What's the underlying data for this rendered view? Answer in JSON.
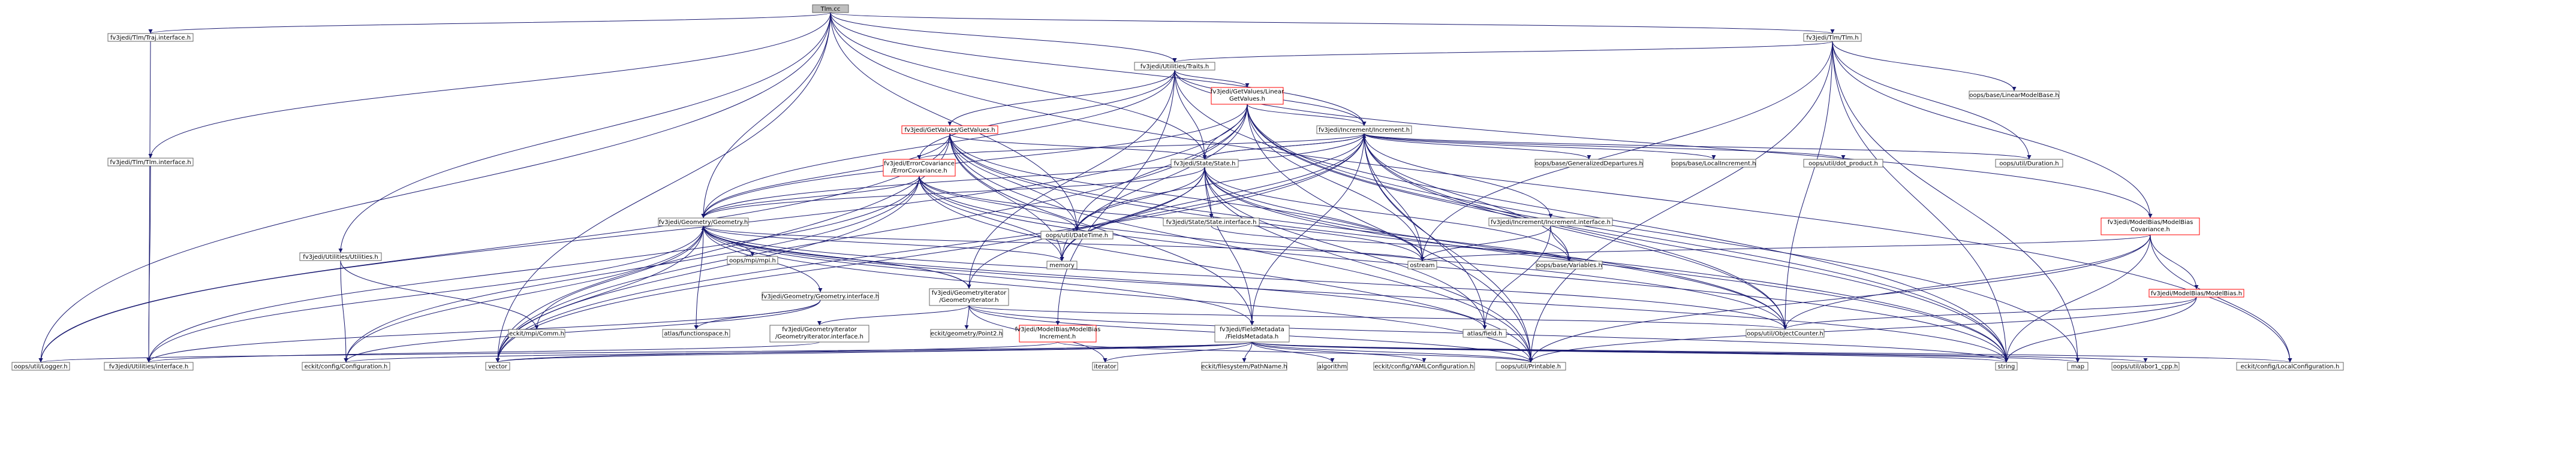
{
  "nodes": [
    {
      "id": "tlm_cc",
      "label": "Tlm.cc",
      "root": true
    },
    {
      "id": "traj_iface",
      "label": "fv3jedi/Tlm/Traj.interface.h"
    },
    {
      "id": "tlm_h",
      "label": "fv3jedi/Tlm/Tlm.h"
    },
    {
      "id": "traits",
      "label": "fv3jedi/Utilities/Traits.h"
    },
    {
      "id": "tlm_iface",
      "label": "fv3jedi/Tlm/Tlm.interface.h"
    },
    {
      "id": "linear_getvalues",
      "label": [
        "fv3jedi/GetValues/Linear",
        "GetValues.h"
      ],
      "red": true
    },
    {
      "id": "linear_model_base",
      "label": "oops/base/LinearModelBase.h"
    },
    {
      "id": "getvalues",
      "label": "fv3jedi/GetValues/GetValues.h",
      "red": true
    },
    {
      "id": "increment",
      "label": "fv3jedi/Increment/Increment.h"
    },
    {
      "id": "error_cov",
      "label": [
        "fv3jedi/ErrorCovariance",
        "/ErrorCovariance.h"
      ],
      "red": true
    },
    {
      "id": "state",
      "label": "fv3jedi/State/State.h"
    },
    {
      "id": "gen_dep",
      "label": "oops/base/GeneralizedDepartures.h"
    },
    {
      "id": "local_inc",
      "label": "oops/base/LocalIncrement.h"
    },
    {
      "id": "dot_product",
      "label": "oops/util/dot_product.h"
    },
    {
      "id": "duration",
      "label": "oops/util/Duration.h"
    },
    {
      "id": "geometry",
      "label": "fv3jedi/Geometry/Geometry.h"
    },
    {
      "id": "state_iface",
      "label": "fv3jedi/State/State.interface.h"
    },
    {
      "id": "inc_iface",
      "label": "fv3jedi/Increment/Increment.interface.h"
    },
    {
      "id": "datetime",
      "label": "oops/util/DateTime.h"
    },
    {
      "id": "modelbias_cov",
      "label": [
        "fv3jedi/ModelBias/ModelBias",
        "Covariance.h"
      ],
      "red": true
    },
    {
      "id": "utilities_h",
      "label": "fv3jedi/Utilities/Utilities.h"
    },
    {
      "id": "mpi_h",
      "label": "oops/mpi/mpi.h"
    },
    {
      "id": "geom_iface",
      "label": "fv3jedi/Geometry/Geometry.interface.h"
    },
    {
      "id": "geom_iter",
      "label": [
        "fv3jedi/GeometryIterator",
        "/GeometryIterator.h"
      ]
    },
    {
      "id": "memory",
      "label": "memory"
    },
    {
      "id": "ostream",
      "label": "ostream"
    },
    {
      "id": "variables",
      "label": "oops/base/Variables.h"
    },
    {
      "id": "modelbias",
      "label": "fv3jedi/ModelBias/ModelBias.h",
      "red": true
    },
    {
      "id": "geom_iter_iface",
      "label": [
        "fv3jedi/GeometryIterator",
        "/GeometryIterator.interface.h"
      ]
    },
    {
      "id": "modelbias_inc",
      "label": [
        "fv3jedi/ModelBias/ModelBias",
        "Increment.h"
      ],
      "red": true
    },
    {
      "id": "comm",
      "label": "eckit/mpi/Comm.h"
    },
    {
      "id": "functionspace",
      "label": "atlas/functionspace.h"
    },
    {
      "id": "point2",
      "label": "eckit/geometry/Point2.h"
    },
    {
      "id": "field_meta",
      "label": [
        "fv3jedi/FieldMetadata",
        "/FieldsMetadata.h"
      ]
    },
    {
      "id": "atlas_field",
      "label": "atlas/field.h"
    },
    {
      "id": "object_counter",
      "label": "oops/util/ObjectCounter.h"
    },
    {
      "id": "logger",
      "label": "oops/util/Logger.h"
    },
    {
      "id": "util_iface",
      "label": "fv3jedi/Utilities/interface.h"
    },
    {
      "id": "configuration",
      "label": "eckit/config/Configuration.h"
    },
    {
      "id": "vector",
      "label": "vector"
    },
    {
      "id": "iterator",
      "label": "iterator"
    },
    {
      "id": "pathname",
      "label": "eckit/filesystem/PathName.h"
    },
    {
      "id": "algorithm",
      "label": "algorithm"
    },
    {
      "id": "yaml_config",
      "label": "eckit/config/YAMLConfiguration.h"
    },
    {
      "id": "printable",
      "label": "oops/util/Printable.h"
    },
    {
      "id": "string",
      "label": "string"
    },
    {
      "id": "map",
      "label": "map"
    },
    {
      "id": "abort_cpp",
      "label": "oops/util/abor1_cpp.h"
    },
    {
      "id": "local_config",
      "label": "eckit/config/LocalConfiguration.h"
    }
  ]
}
